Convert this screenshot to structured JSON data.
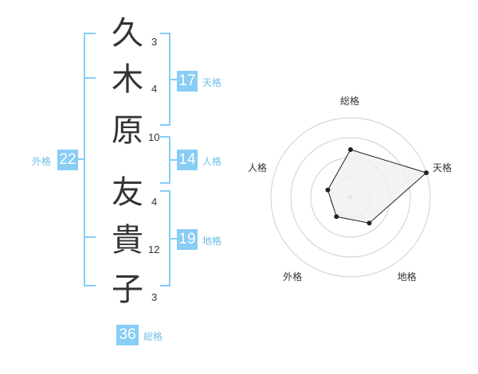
{
  "name": {
    "chars": [
      {
        "char": "久",
        "strokes": "3"
      },
      {
        "char": "木",
        "strokes": "4"
      },
      {
        "char": "原",
        "strokes": "10"
      },
      {
        "char": "友",
        "strokes": "4"
      },
      {
        "char": "貴",
        "strokes": "12"
      },
      {
        "char": "子",
        "strokes": "3"
      }
    ]
  },
  "fortune": {
    "tenkaku": {
      "value": "17",
      "label": "天格"
    },
    "jinkaku": {
      "value": "14",
      "label": "人格"
    },
    "chikaku": {
      "value": "19",
      "label": "地格"
    },
    "gaikaku": {
      "value": "22",
      "label": "外格"
    },
    "soukaku": {
      "value": "36",
      "label": "総格"
    }
  },
  "colors": {
    "accent": "#87cdf5",
    "bracket": "#87cdf5",
    "label": "#6fbde8",
    "text": "#333333",
    "radar_fill": "#f0f0f0",
    "radar_grid": "#d0d0d0"
  },
  "chart_data": {
    "type": "radar",
    "axes": [
      "総格",
      "天格",
      "地格",
      "外格",
      "人格"
    ],
    "levels": 4,
    "max": 5,
    "values": [
      3,
      5,
      2,
      1.5,
      1.5
    ]
  }
}
